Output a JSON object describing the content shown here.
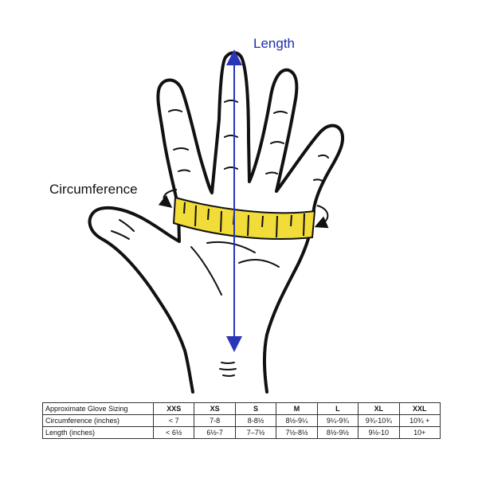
{
  "labels": {
    "length": "Length",
    "circumference": "Circumference"
  },
  "colors": {
    "arrow": "#2a35b8",
    "tape": "#f2dc3a",
    "outline": "#111111"
  },
  "table": {
    "corner": "Approximate Glove Sizing",
    "sizes": [
      "XXS",
      "XS",
      "S",
      "M",
      "L",
      "XL",
      "XXL"
    ],
    "rows": [
      {
        "label": "Circumference (inches)",
        "values": [
          "< 7",
          "7-8",
          "8-8½",
          "8½-9¼",
          "9¼-9¾",
          "9¾-10¾",
          "10¾ +"
        ]
      },
      {
        "label": "Length (inches)",
        "values": [
          "< 6½",
          "6½-7",
          "7–7½",
          "7½-8½",
          "8½-9½",
          "9½-10",
          "10+"
        ]
      }
    ]
  }
}
